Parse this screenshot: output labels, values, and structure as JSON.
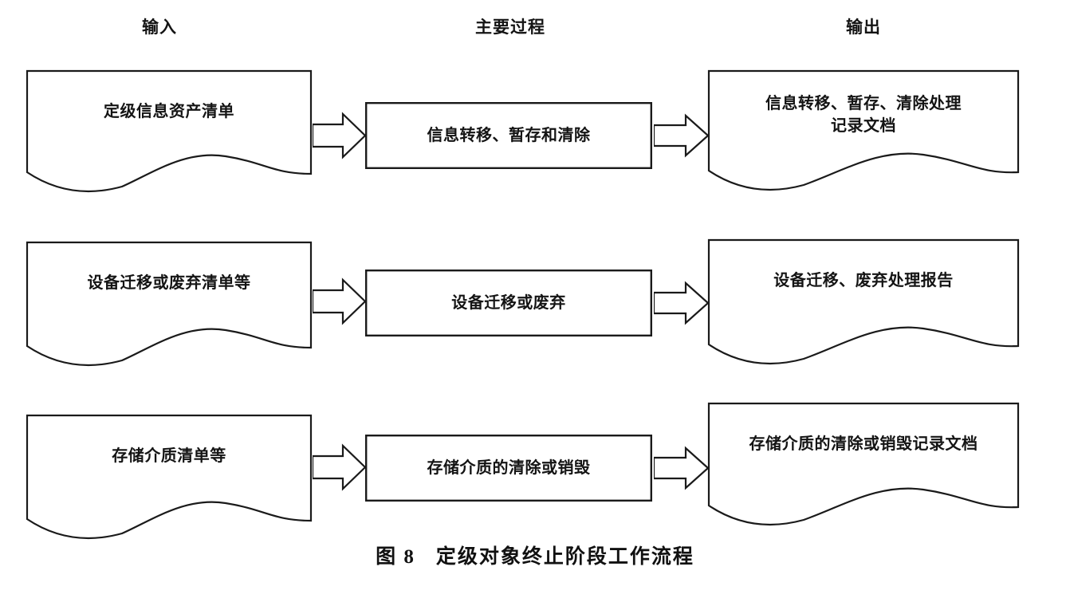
{
  "figure": {
    "caption_number": "图 8",
    "caption_title": "定级对象终止阶段工作流程"
  },
  "columns": [
    {
      "key": "input",
      "label": "输入"
    },
    {
      "key": "process",
      "label": "主要过程"
    },
    {
      "key": "output",
      "label": "输出"
    }
  ],
  "rows": [
    {
      "input": "定级信息资产清单",
      "process": "信息转移、暂存和清除",
      "output": "信息转移、暂存、清除处理\n记录文档",
      "arrow1": "arrow-right-block",
      "arrow2": "arrow-right-block"
    },
    {
      "input": "设备迁移或废弃清单等",
      "process": "设备迁移或废弃",
      "output": "设备迁移、废弃处理报告",
      "arrow1": "arrow-right-block",
      "arrow2": "arrow-right-block"
    },
    {
      "input": "存储介质清单等",
      "process": "存储介质的清除或销毁",
      "output": "存储介质的清除或销毁记录文档",
      "arrow1": "arrow-right-block",
      "arrow2": "arrow-right-block"
    }
  ],
  "style": {
    "stroke": "#1a1a1a",
    "fill": "#ffffff",
    "text": "#141414"
  }
}
